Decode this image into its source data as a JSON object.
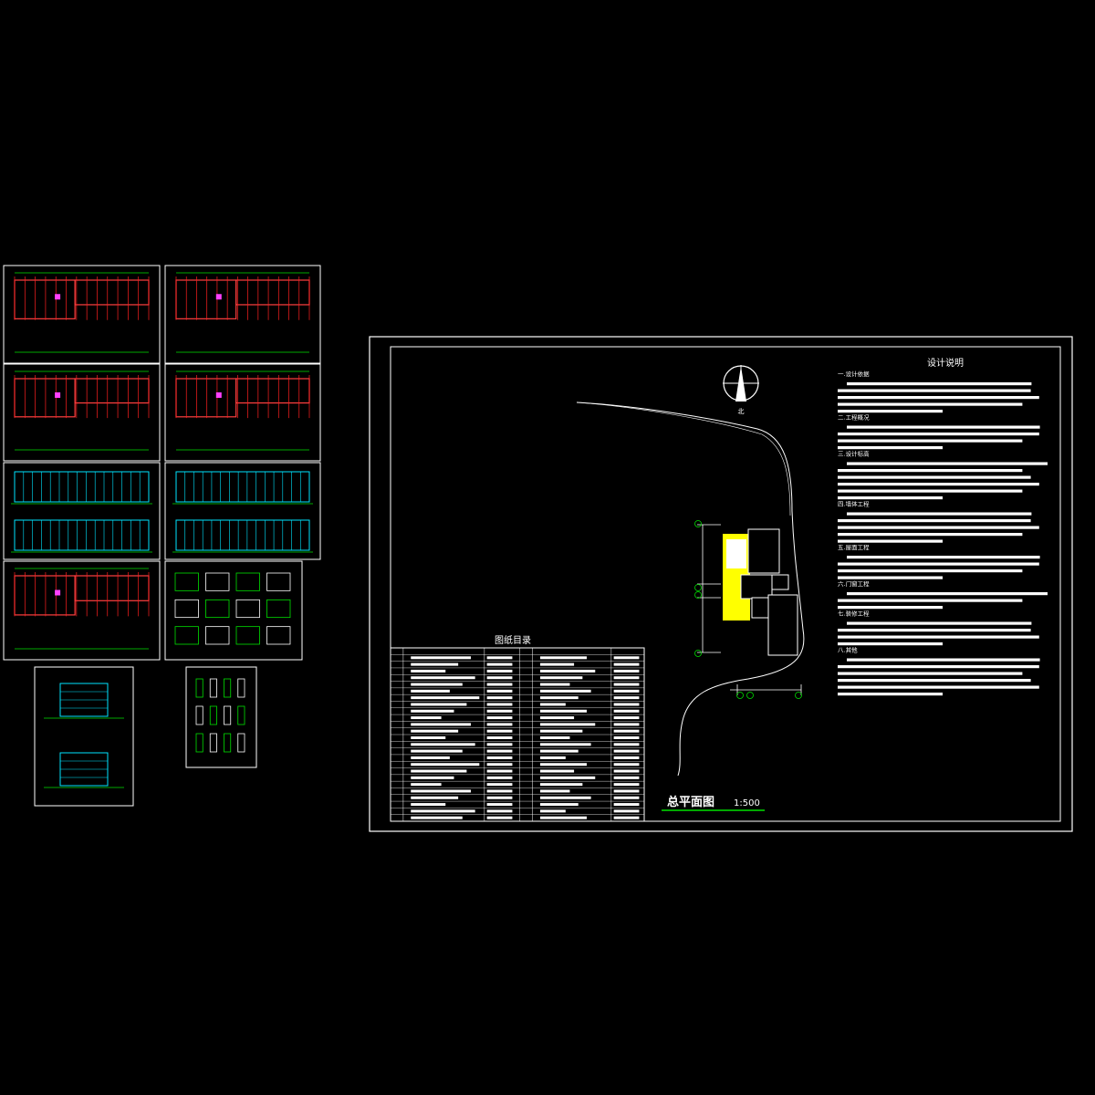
{
  "sheet": {
    "title": "总平面图",
    "scale": "1:500",
    "notes_title": "设计说明",
    "index_title": "图纸目录",
    "north_label": "北",
    "notes_sections": [
      "一.设计依据",
      "二.工程概况",
      "三.设计标高",
      "四.墙体工程",
      "五.屋面工程",
      "六.门窗工程",
      "七.装修工程",
      "八.其他"
    ]
  },
  "colors": {
    "background": "#000000",
    "frame": "#ffffff",
    "axis": "#ff2020",
    "wall": "#ff4040",
    "dimension": "#00e000",
    "glass": "#00e5ff",
    "highlight": "#ffff00",
    "accent": "#ff40ff"
  },
  "thumbnails": [
    {
      "kind": "plan"
    },
    {
      "kind": "plan"
    },
    {
      "kind": "plan"
    },
    {
      "kind": "plan"
    },
    {
      "kind": "elevation"
    },
    {
      "kind": "elevation"
    },
    {
      "kind": "plan"
    },
    {
      "kind": "detail"
    },
    {
      "kind": "section"
    },
    {
      "kind": "detail"
    }
  ]
}
